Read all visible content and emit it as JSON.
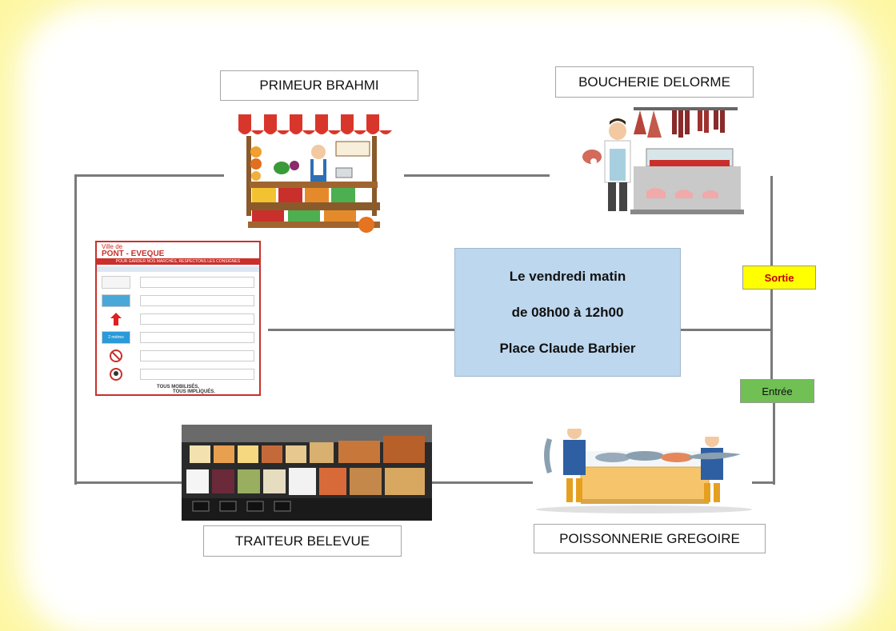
{
  "stalls": {
    "primeur": "PRIMEUR BRAHMI",
    "boucherie": "BOUCHERIE DELORME",
    "traiteur": "TRAITEUR BELEVUE",
    "poissonnerie": "POISSONNERIE GREGOIRE"
  },
  "schedule": {
    "day": "Le vendredi matin",
    "hours": "de 08h00 à 12h00",
    "place": "Place Claude Barbier"
  },
  "exit_label": "Sortie",
  "entry_label": "Entrée",
  "poster": {
    "town_line1": "Ville de",
    "town_line2": "PONT - EVEQUE",
    "banner": "POUR GARDER NOS MARCHÉS, RESPECTONS LES CONSIGNES",
    "footer_line1": "TOUS MOBILISÉS,",
    "footer_line2": "TOUS IMPLIQUÉS.",
    "distance_label": "2 mètres"
  },
  "colors": {
    "background": "#fdf7a0",
    "center_box": "#bdd7ee",
    "exit": "#ffff00",
    "entry": "#70c054",
    "connector": "#7a7a7a"
  }
}
